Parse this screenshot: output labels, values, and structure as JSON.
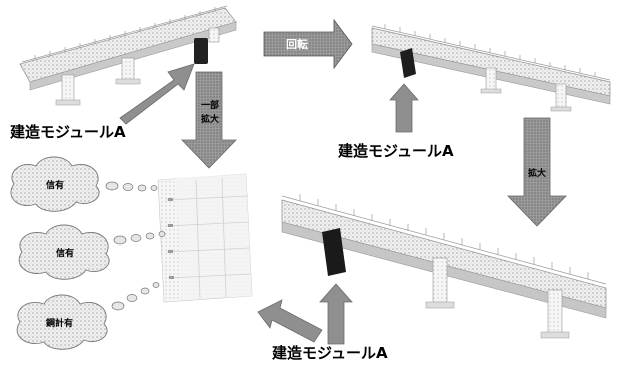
{
  "labels": {
    "module_a_left": "建造モジュールA",
    "module_a_right": "建造モジュールA",
    "module_a_bottom": "建造モジュールA"
  },
  "arrows": {
    "rotate": "回転",
    "enlarge_right": "拡大",
    "enlarge_down_line1": "一部",
    "enlarge_down_line2": "拡大"
  },
  "bubbles": [
    "信有",
    "信有",
    "鋼計有"
  ],
  "colors": {
    "arrow_gray": "#8c8c8c",
    "arrow_dark": "#555555",
    "deck_light": "#e9e9e9",
    "deck_dot": "#b5b5b5",
    "module_dark": "#222222"
  }
}
